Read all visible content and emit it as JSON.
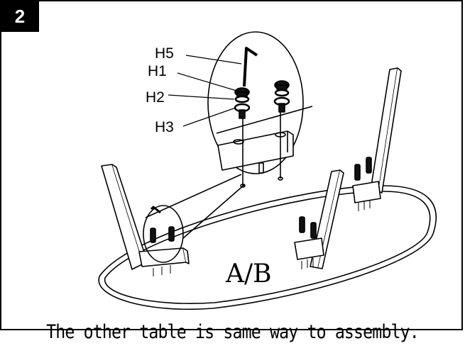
{
  "step": {
    "number": "2"
  },
  "parts": {
    "h5": "H5",
    "h1": "H1",
    "h2": "H2",
    "h3": "H3"
  },
  "table_label": "A/B",
  "caption": "The other table is same way to assembly."
}
